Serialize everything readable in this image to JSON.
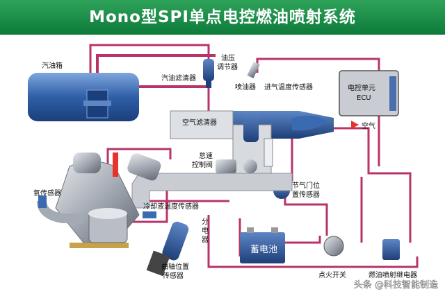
{
  "title": "Mono型SPI单点电控燃油喷射系统",
  "labels": {
    "fuel_tank": "汽油箱",
    "fuel_filter": "汽油滤清器",
    "pressure_regulator_1": "油压",
    "pressure_regulator_2": "调节器",
    "injector": "喷油器",
    "intake_temp_sensor": "进气温度传感器",
    "ecu_1": "电控单元",
    "ecu_2": "ECU",
    "air_filter": "空气滤清器",
    "air": "空气",
    "idle_valve_1": "怠速",
    "idle_valve_2": "控制阀",
    "oxygen_sensor": "氧传感器",
    "coolant_temp_sensor": "冷却液温度传感器",
    "throttle_sensor_1": "节气门位",
    "throttle_sensor_2": "置传感器",
    "distributor_1": "分",
    "distributor_2": "电",
    "distributor_3": "器",
    "battery": "蓄电池",
    "crank_sensor_1": "曲轴位置",
    "crank_sensor_2": "传感器",
    "ignition_switch": "点火开关",
    "injection_relay": "燃油喷射继电器"
  },
  "watermark": "头条 @科技智能制造",
  "colors": {
    "title_bg": "#1f8f4a",
    "tank": "#2f5fa8",
    "wire": "#b8336a",
    "engine": "#9aa0a8",
    "pipe": "#c9cdd3"
  }
}
